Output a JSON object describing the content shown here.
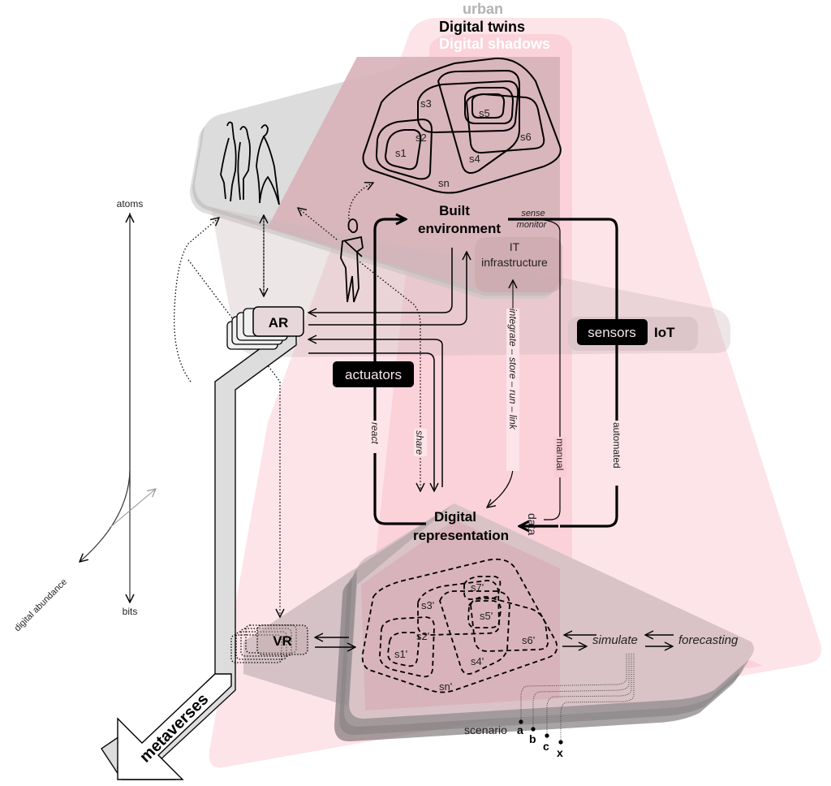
{
  "titles": {
    "urban": "urban",
    "digital_twins": "Digital twins",
    "digital_shadows": "Digital shadows"
  },
  "colors": {
    "pink_light": "#fde4e8",
    "pink_mid": "#f9ccd5",
    "mauve": "#d8b0b8",
    "gray_light": "#dcdcdc",
    "gray_dark": "#8a8486",
    "urban_text": "#b3b3b3",
    "black_label": "#000000"
  },
  "axis": {
    "top_label": "atoms",
    "bottom_label": "bits",
    "diagonal_label": "digital abundance"
  },
  "physical_sets": {
    "labels": [
      "s1",
      "s2",
      "s3",
      "s4",
      "s5",
      "s6",
      "sn"
    ]
  },
  "digital_sets": {
    "labels": [
      "s1'",
      "s2'",
      "s3'",
      "s4'",
      "s5'",
      "s6'",
      "s7'",
      "sn'"
    ]
  },
  "nodes": {
    "built_environment_line1": "Built",
    "built_environment_line2": "environment",
    "digital_representation_line1": "Digital",
    "digital_representation_line2": "representation",
    "it_infrastructure_line1": "IT",
    "it_infrastructure_line2": "infrastructure",
    "ar": "AR",
    "vr": "VR",
    "actuators": "actuators",
    "sensors": "sensors",
    "iot": "IoT",
    "metaverses": "metaverses"
  },
  "flow_labels": {
    "sense": "sense",
    "monitor": "monitor",
    "react": "react",
    "share": "share",
    "integrate_chain": "integrate – store – run – link",
    "manual": "manual",
    "automated": "automated",
    "data": "data",
    "simulate": "simulate",
    "forecasting": "forecasting"
  },
  "scenarios": {
    "label": "scenario",
    "items": [
      "a",
      "b",
      "c",
      "x"
    ]
  }
}
